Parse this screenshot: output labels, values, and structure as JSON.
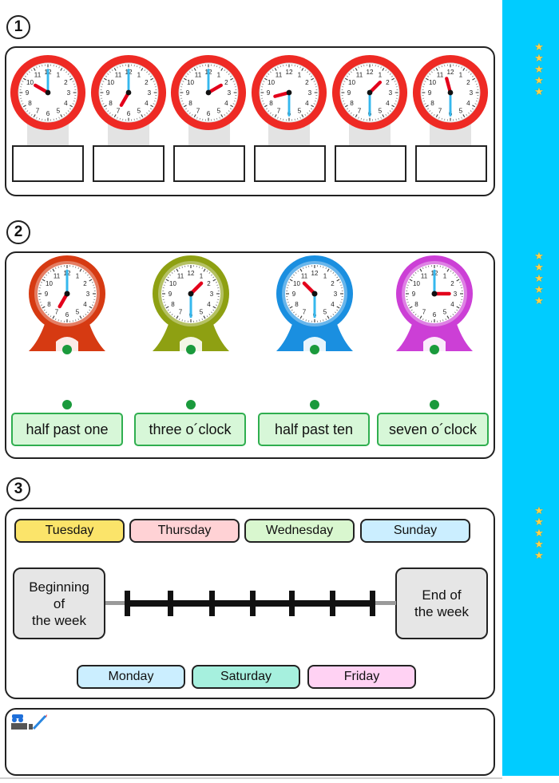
{
  "sections": {
    "one": "1",
    "two": "2",
    "three": "3"
  },
  "sidebar": {
    "star_icon": "★"
  },
  "clock_faces": {
    "numbers": [
      "12",
      "1",
      "2",
      "3",
      "4",
      "5",
      "6",
      "7",
      "8",
      "9",
      "10",
      "11"
    ]
  },
  "exercise1": {
    "clocks": [
      {
        "hour": 10,
        "minute": 0
      },
      {
        "hour": 7,
        "minute": 0
      },
      {
        "hour": 2,
        "minute": 0
      },
      {
        "hour": 8.5,
        "minute": 30
      },
      {
        "hour": 1.5,
        "minute": 30
      },
      {
        "hour": 11.5,
        "minute": 30
      }
    ],
    "clock_colors": {
      "rim": "#ee2a24",
      "hour_hand": "#e3001b",
      "minute_hand": "#35b8ee"
    }
  },
  "exercise2": {
    "clocks": [
      {
        "color": "#d63a12",
        "hour": 7,
        "minute": 0
      },
      {
        "color": "#8ea012",
        "hour": 1.5,
        "minute": 30
      },
      {
        "color": "#1a8fe0",
        "hour": 10.5,
        "minute": 30
      },
      {
        "color": "#cc3fd6",
        "hour": 3,
        "minute": 0
      }
    ],
    "phrases": [
      "half past one",
      "three o´clock",
      "half past ten",
      "seven o´clock"
    ]
  },
  "exercise3": {
    "days_top": [
      {
        "label": "Tuesday",
        "color": "#fbe46a"
      },
      {
        "label": "Thursday",
        "color": "#ffd2d5"
      },
      {
        "label": "Wednesday",
        "color": "#d9f7cf"
      },
      {
        "label": "Sunday",
        "color": "#cbeeff"
      }
    ],
    "days_bottom": [
      {
        "label": "Monday",
        "color": "#cbeeff"
      },
      {
        "label": "Saturday",
        "color": "#a6f0de"
      },
      {
        "label": "Friday",
        "color": "#ffd2f3"
      }
    ],
    "beginning_label": "Beginning\nof\nthe week",
    "end_label": "End of\nthe week"
  },
  "notes": {
    "icon": "teacher-pen-icon"
  }
}
